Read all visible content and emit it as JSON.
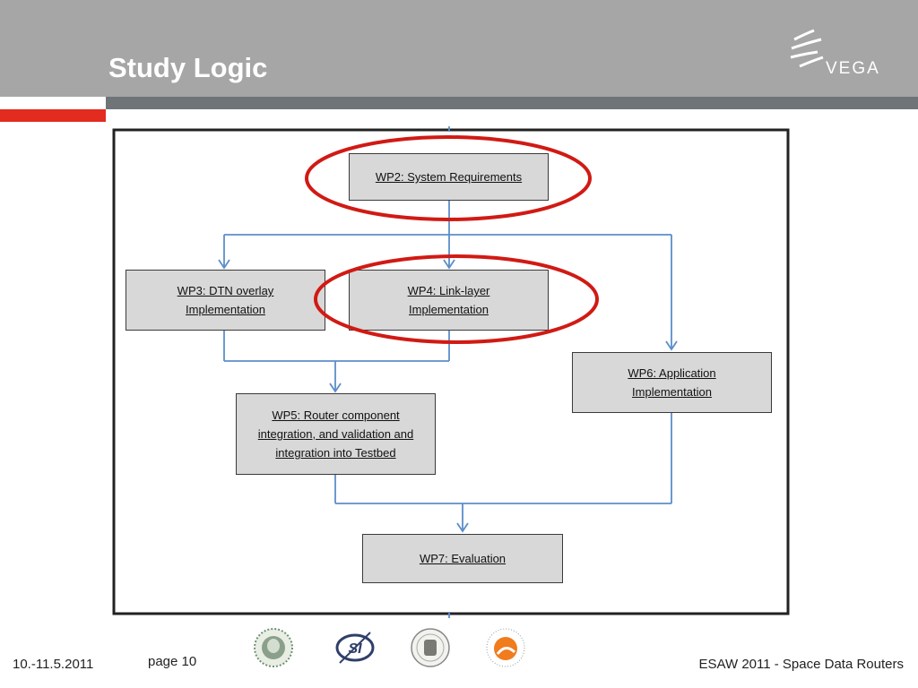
{
  "slide": {
    "title": "Study Logic",
    "logo_text": "VEGA"
  },
  "diagram": {
    "nodes": {
      "wp2": {
        "line1": "WP2: System Requirements"
      },
      "wp3": {
        "line1": "WP3: DTN overlay",
        "line2": "Implementation"
      },
      "wp4": {
        "line1": "WP4: Link-layer",
        "line2": "Implementation"
      },
      "wp5": {
        "line1": "WP5: Router component",
        "line2": "integration, and validation and",
        "line3": "integration into Testbed"
      },
      "wp6": {
        "line1": "WP6: Application",
        "line2": "Implementation"
      },
      "wp7": {
        "line1": "WP7: Evaluation"
      }
    }
  },
  "footer": {
    "date": "10.-11.5.2011",
    "page": "page 10",
    "conference": "ESAW 2011 - Space Data Routers"
  },
  "colors": {
    "header_gray": "#a6a6a6",
    "dark_bar": "#6f7478",
    "accent_red": "#e32b20",
    "connector_blue": "#5b8ec9",
    "highlight_ellipse": "#d11a14",
    "box_fill": "#d8d8d8"
  },
  "icons": [
    "vega-logo-icon",
    "university-seal-icon",
    "si-logo-icon",
    "crest-icon",
    "university-orange-seal-icon"
  ]
}
